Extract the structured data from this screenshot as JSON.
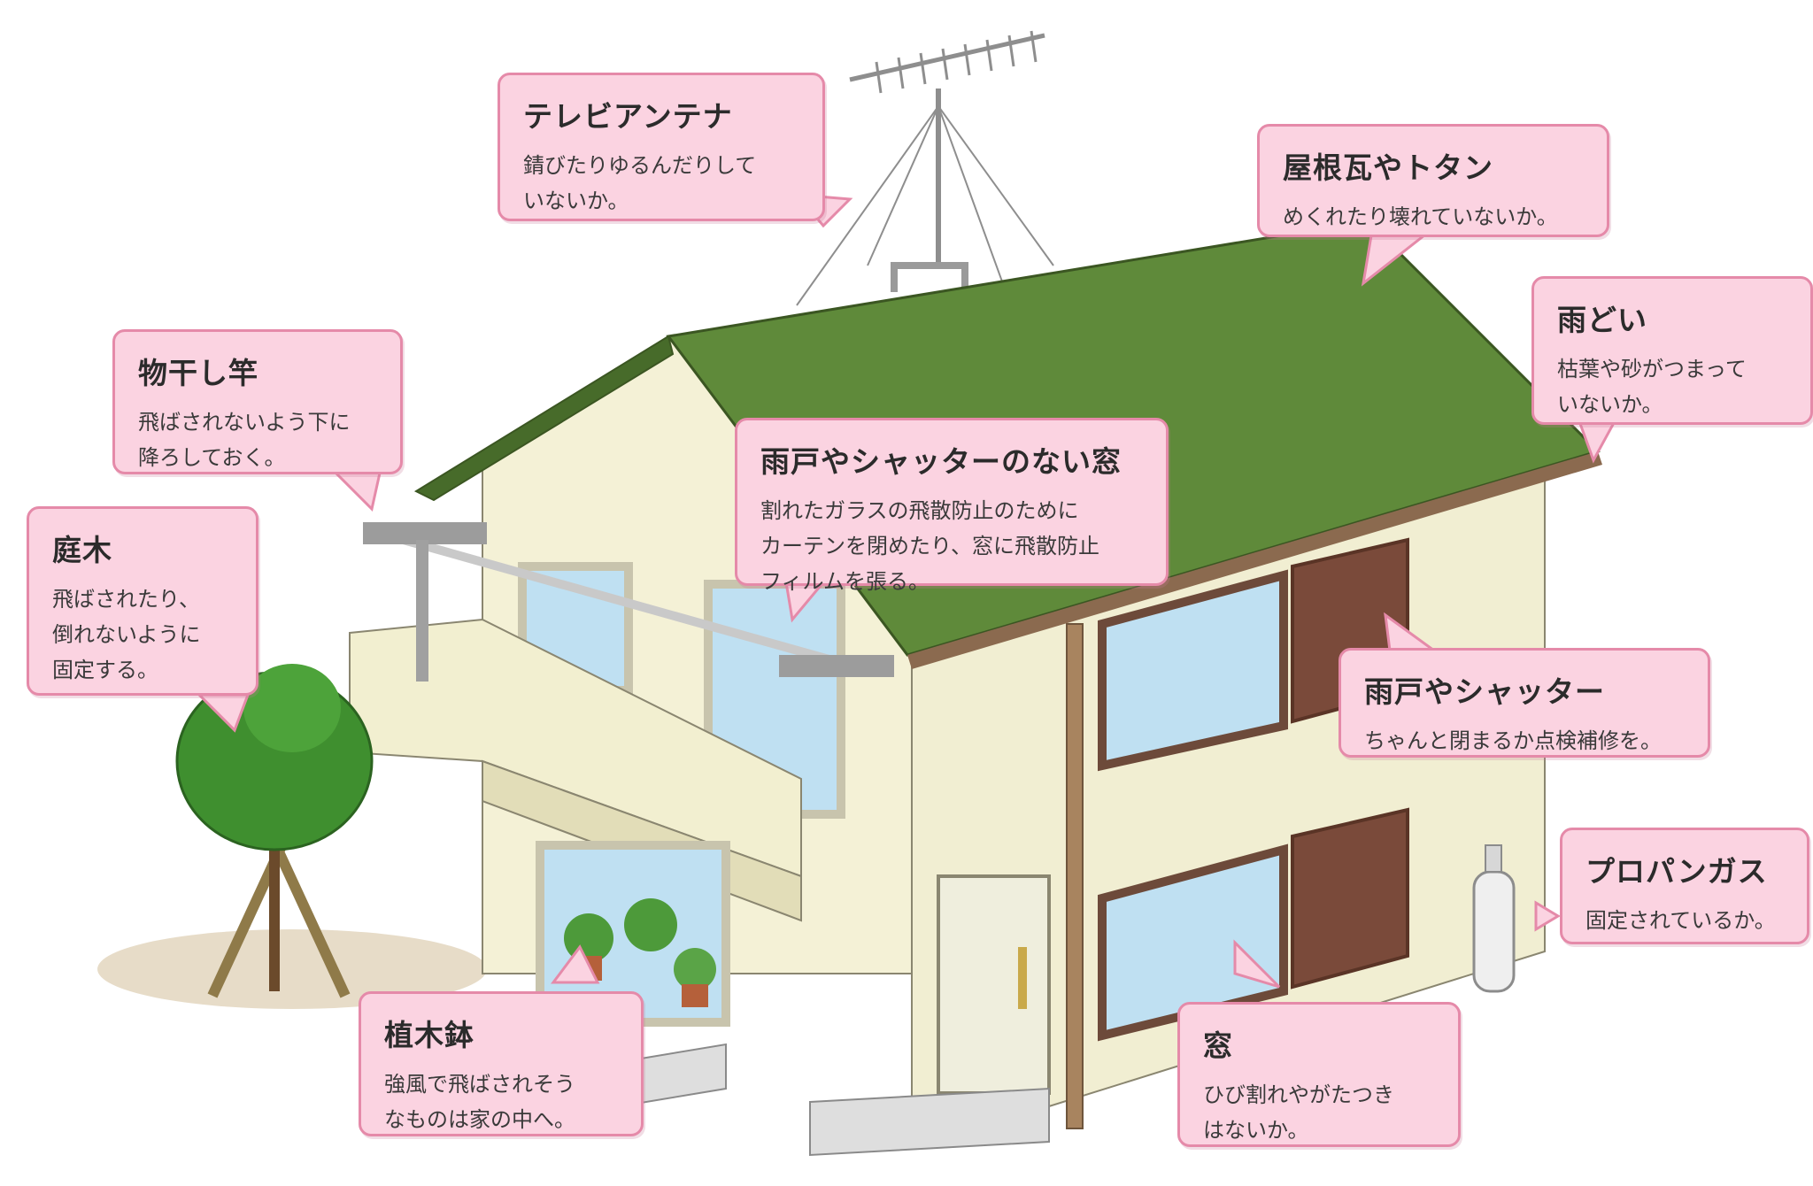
{
  "callouts": {
    "antenna": {
      "title": "テレビアンテナ",
      "desc": "錆びたりゆるんだりして\nいないか。"
    },
    "roof": {
      "title": "屋根瓦やトタン",
      "desc": "めくれたり壊れていないか。"
    },
    "gutter": {
      "title": "雨どい",
      "desc": "枯葉や砂がつまって\nいないか。"
    },
    "laundry_pole": {
      "title": "物干し竿",
      "desc": "飛ばされないよう下に\n降ろしておく。"
    },
    "window_no_shutter": {
      "title": "雨戸やシャッターのない窓",
      "desc": "割れたガラスの飛散防止のために\nカーテンを閉めたり、窓に飛散防止\nフィルムを張る。"
    },
    "garden_tree": {
      "title": "庭木",
      "desc": "飛ばされたり、\n倒れないように\n固定する。"
    },
    "shutter": {
      "title": "雨戸やシャッター",
      "desc": "ちゃんと閉まるか点検補修を。"
    },
    "propane": {
      "title": "プロパンガス",
      "desc": "固定されているか。"
    },
    "planter": {
      "title": "植木鉢",
      "desc": "強風で飛ばされそう\nなものは家の中へ。"
    },
    "window": {
      "title": "窓",
      "desc": "ひび割れやがたつき\nはないか。"
    }
  },
  "colors": {
    "roof": "#5f8a3a",
    "roof_dark": "#476b2a",
    "wall": "#f4f1d6",
    "wall_shade": "#e6e2c0",
    "shutter": "#7a4a3a",
    "glass": "#bfe0f2",
    "tree": "#3f8f2f",
    "callout_bg": "#fbd3e1",
    "callout_border": "#e58aa9"
  }
}
